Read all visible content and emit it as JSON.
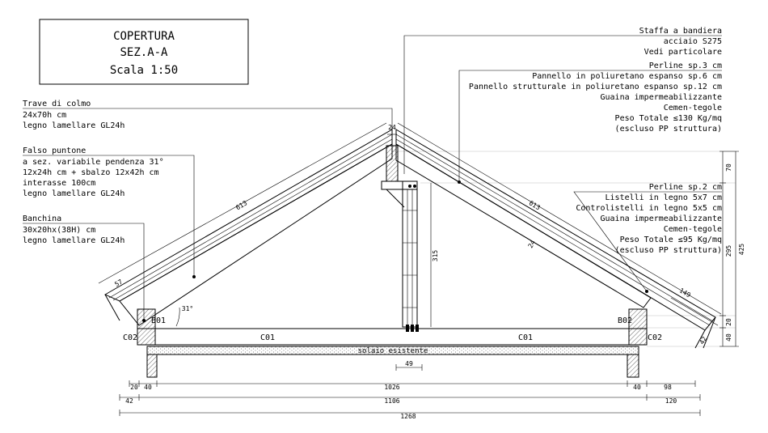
{
  "title_block": {
    "line1": "COPERTURA",
    "line2": "SEZ.A-A",
    "line3": "Scala 1:50"
  },
  "left_callouts": {
    "trave": [
      "Trave di colmo",
      "24x70h  cm",
      "legno lamellare GL24h"
    ],
    "falso": [
      "Falso puntone",
      "a sez. variabile pendenza 31°",
      "12x24h cm + sbalzo 12x42h cm",
      "interasse 100cm",
      "legno lamellare GL24h"
    ],
    "banchina": [
      "Banchina",
      "30x20hx(38H) cm",
      "legno lamellare GL24h"
    ]
  },
  "right_callouts": {
    "staffa": [
      "Staffa a bandiera",
      "acciaio S275",
      "Vedi particolare"
    ],
    "pack1": [
      "Perline sp.3 cm",
      "Pannello in poliuretano espanso sp.6 cm",
      "Pannello strutturale in poliuretano espanso sp.12 cm",
      "Guaina impermeabilizzante",
      "Cemen-tegole",
      "Peso Totale ≤130 Kg/mq",
      "(escluso PP struttura)"
    ],
    "pack2": [
      "Perline sp.2 cm",
      "Listelli in legno 5x7 cm",
      "Controlistelli in legno 5x5 cm",
      "Guaina impermeabilizzante",
      "Cemen-tegole",
      "Peso Totale ≤95 Kg/mq",
      "(escluso PP struttura)"
    ]
  },
  "labels": {
    "b01": "B01",
    "b02": "B02",
    "c02_left": "C02",
    "c02_right": "C02",
    "c01_left": "C01",
    "c01_right": "C01",
    "solaio": "solaio esistente",
    "angle": "31°"
  },
  "dimensions": {
    "slope_left": "613",
    "slope_right": "613",
    "ridge_width": "24",
    "overhang_left": "57",
    "overhang_right": "149",
    "rafter_depth": "24",
    "post_height": "315",
    "post_width": "49",
    "end_thickness": "42",
    "v70": "70",
    "v295": "295",
    "v425": "425",
    "v20": "20",
    "v40": "40",
    "bottom_20": "20",
    "bottom_40_left": "40",
    "bottom_1026": "1026",
    "bottom_40_right": "40",
    "bottom_98": "98",
    "bottom_42": "42",
    "bottom_1106": "1106",
    "bottom_120": "120",
    "bottom_1268": "1268"
  }
}
